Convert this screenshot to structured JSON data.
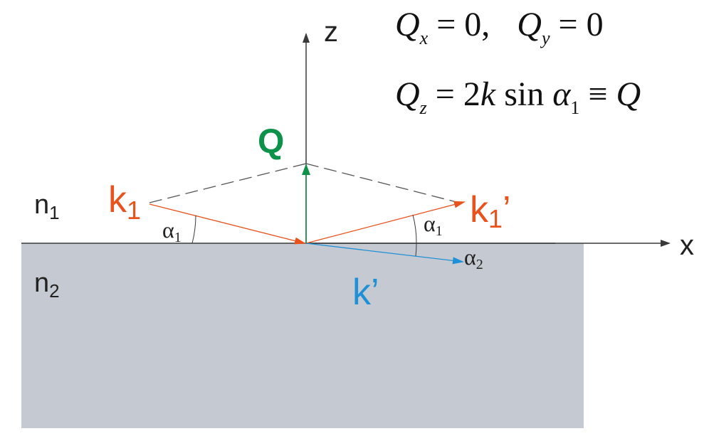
{
  "colors": {
    "medium2_fill": "#c5c9d1",
    "axis": "#3a3a3a",
    "incident": "#e8521c",
    "reflected": "#e8521c",
    "transmitted": "#1e90d6",
    "q_vector": "#0e9148",
    "dashed": "#555555",
    "text": "#222222"
  },
  "labels": {
    "z_axis": "z",
    "x_axis": "x",
    "n1_base": "n",
    "n1_sub": "1",
    "n2_base": "n",
    "n2_sub": "2",
    "k1_base": "k",
    "k1_sub": "1",
    "k1p_base": "k",
    "k1p_sub": "1",
    "k1p_prime": "’",
    "kp_base": "k",
    "kp_prime": "’",
    "q_vector": "Q",
    "alpha": "α",
    "alpha1_sub": "1",
    "alpha2_sub": "2"
  },
  "equations": {
    "line1": {
      "qx_Q": "Q",
      "qx_sub": "x",
      "qx_rhs": " = 0,",
      "qy_Q": "Q",
      "qy_sub": "y",
      "qy_rhs": " = 0"
    },
    "line2": {
      "qz_Q": "Q",
      "qz_sub": "z",
      "qz_mid": " = 2",
      "k": "k",
      "sin": " sin ",
      "alpha": "α",
      "alpha_sub": "1",
      "equiv": " ≡ ",
      "Q": "Q"
    }
  },
  "icons": {
    "arrowhead": "triangle-arrowhead"
  }
}
